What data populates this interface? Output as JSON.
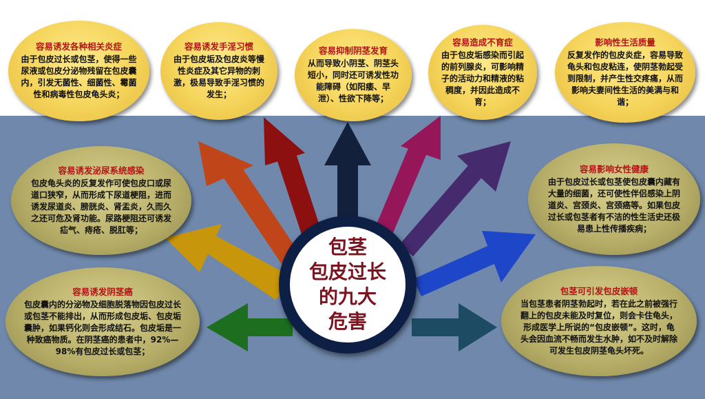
{
  "center": {
    "title": "包茎\n包皮过长\n的九大\n危害"
  },
  "bubbles": [
    {
      "title": "容易诱发各种相关炎症",
      "body": "由于包皮过长或包茎，使得一些尿液或包皮分泌物残留在包皮囊内，引发无菌性、细菌性、霉菌性和病毒性包皮龟头炎；"
    },
    {
      "title": "容易诱发手淫习惯",
      "body": "由于包皮垢及包皮炎等慢性炎症及其它异物的刺激，极易导致手淫习惯的发生；"
    },
    {
      "title": "容易抑制阴茎发育",
      "body": "从而导致小阴茎、阴茎头短小，同时还可诱发性功能障碍（如阳痿、早泄）、性欲下降等；"
    },
    {
      "title": "容易造成不育症",
      "body": "由于包皮垢感染而引起的前列腺炎，可影响精子的活动力和精液的粘稠度，并因此造成不育；"
    },
    {
      "title": "影响性生活质量",
      "body": "反复发作的包皮炎症，容易导致龟头和包皮粘连，使阴茎勃起受到限制，并产生性交疼痛，从而影响夫妻间性生活的美满与和谐；"
    },
    {
      "title": "容易诱发泌尿系统感染",
      "body": "包皮龟头炎的反复发作可使包皮口或尿道口狭窄，从而形成下尿道梗阻，进而诱发尿道炎、膀胱炎、肾盂炎，久而久之还可危及肾功能。尿路梗阻还可诱发疝气、痔疮、脱肛等；"
    },
    {
      "title": "容易影响女性健康",
      "body": "由于包皮过长或包茎使包皮囊内藏有大量的细菌，还可使性伴侣感染上阴道炎、宫颈炎、宫颈癌等。如果包皮过长或包茎者有不洁的性生活史还极易患上性传播疾病；"
    },
    {
      "title": "容易诱发阴茎癌",
      "body": "包皮囊内的分泌物及细胞脱落物因包皮过长或包茎不能排出，从而形成包皮垢、包皮垢囊肿，如果钙化则会形成结石。包皮垢是一种致癌物质。在阴茎癌的患者中，92%—98%有包皮过长或包茎；"
    },
    {
      "title": "包茎可引发包皮嵌顿",
      "body": "当包茎患者阴茎勃起时，若在此之前被强行翻上的包皮未能及时复位，则会卡住龟头，形成医学上所说的“包皮嵌顿”。这时，龟头会因血流不畅而发生水肿，如不及时解除可发生包皮阴茎龟头坏死。"
    }
  ],
  "colors": {
    "background_top": "#ffffff",
    "background_band": "#6f88ab",
    "bubble_fill": "#f5d45a",
    "bubble_fill_dark": "#b8b06a",
    "bubble_title": "#b01515",
    "center_ring": "#0e1f45",
    "center_text": "#7a1420",
    "arrows": [
      "#1e6e20",
      "#c8960a",
      "#c0461a",
      "#8c1010",
      "#13203c",
      "#96165a",
      "#462a6e",
      "#1e46c8",
      "#1e4b64"
    ]
  }
}
